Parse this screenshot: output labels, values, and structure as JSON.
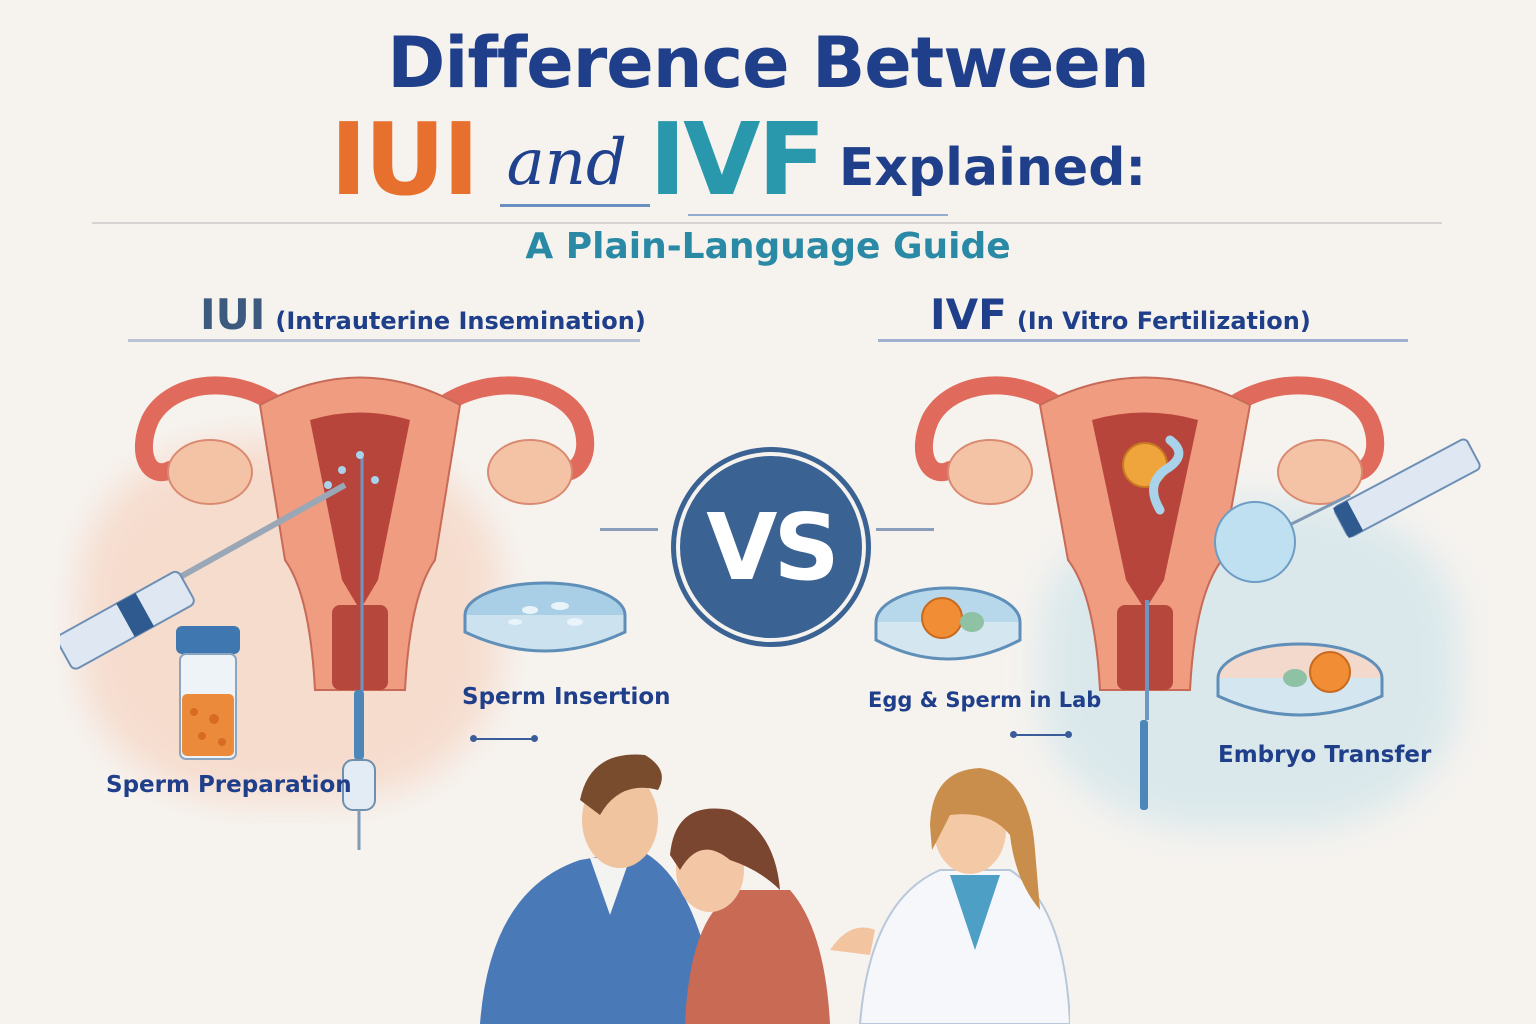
{
  "header": {
    "title_line1": "Difference Between",
    "title_iui": "IUI",
    "title_and": "and",
    "title_ivf": "IVF",
    "title_explained": "Explained:",
    "subtitle": "A Plain-Language Guide"
  },
  "colors": {
    "navy": "#1f3f8a",
    "orange": "#e8702e",
    "teal": "#2a98ac",
    "vs_circle": "#3a6293",
    "background": "#f6f3ef"
  },
  "iui_section": {
    "abbr": "IUI",
    "full_name": "(Intrauterine Insemination)",
    "labels": {
      "sperm_preparation": "Sperm Preparation",
      "sperm_insertion": "Sperm Insertion"
    }
  },
  "ivf_section": {
    "abbr": "IVF",
    "full_name": "(In Vitro Fertilization)",
    "labels": {
      "egg_sperm_lab": "Egg & Sperm in Lab",
      "embryo_transfer": "Embryo Transfer"
    }
  },
  "center": {
    "vs_label": "VS"
  },
  "illustrations": {
    "iui_uterus": "uterus-with-catheter-and-syringe",
    "ivf_uterus": "uterus-with-egg-and-embryo-transfer",
    "bottom": "couple-consulting-doctor"
  }
}
